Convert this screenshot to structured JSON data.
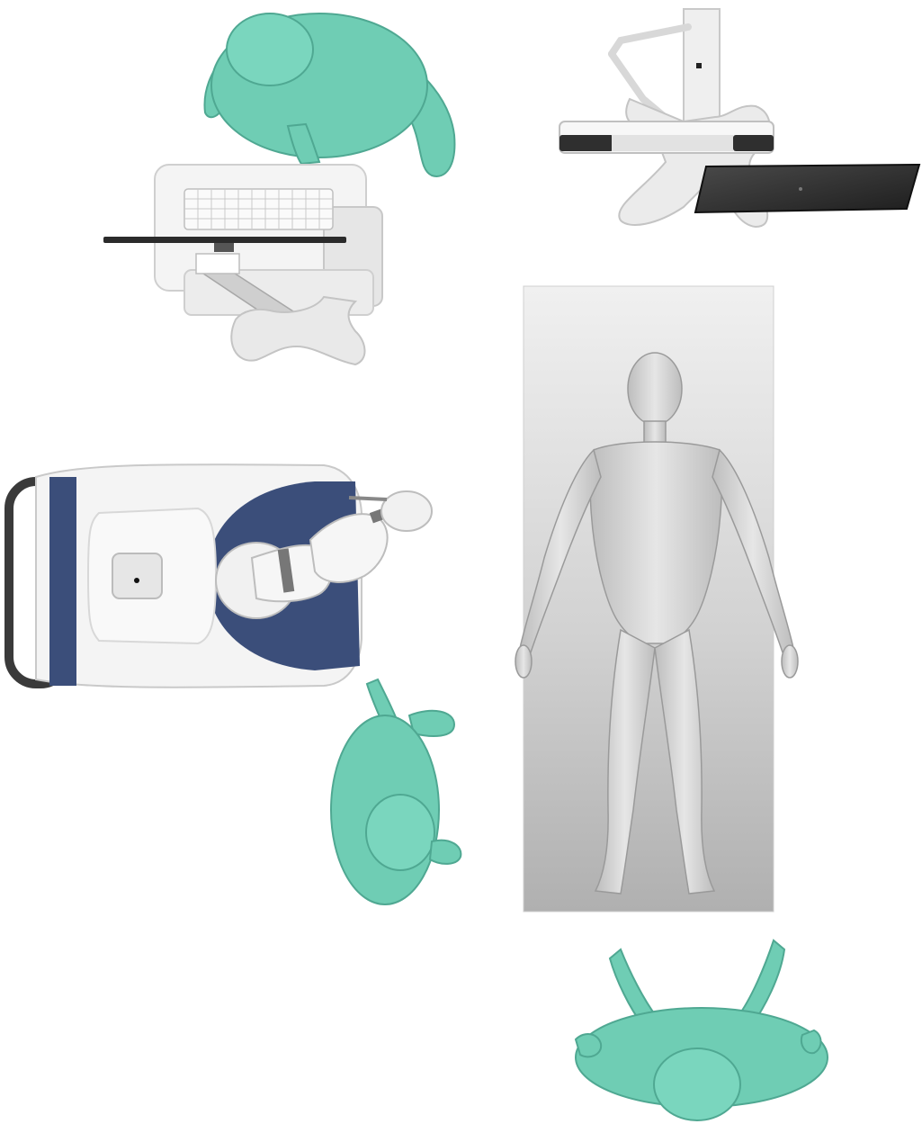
{
  "scene": {
    "figures": [
      {
        "id": "staff-top",
        "role": "staff"
      },
      {
        "id": "console",
        "role": "operator-console"
      },
      {
        "id": "display-cart",
        "role": "monitor-cart"
      },
      {
        "id": "patient-table",
        "role": "patient"
      },
      {
        "id": "robot",
        "role": "surgical-robot"
      },
      {
        "id": "staff-left",
        "role": "staff"
      },
      {
        "id": "staff-bottom",
        "role": "staff"
      }
    ]
  },
  "colors": {
    "staff": "#6fcdb4",
    "staff_shadow": "#4fa892",
    "device_white": "#f4f4f4",
    "device_grey": "#d6d6d6",
    "device_dark": "#2b2b2b",
    "robot_blue": "#3b4e7a",
    "table_light": "#e8e8e8",
    "table_dark": "#a9a9a9",
    "body": "#cfcfcf"
  }
}
